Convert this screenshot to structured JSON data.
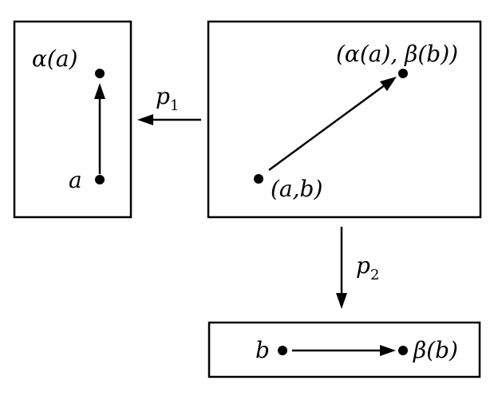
{
  "boxes": {
    "left": {
      "point_top_label": "α(a)",
      "point_bottom_label": "a"
    },
    "right": {
      "point_top_label": "(α(a), β(b))",
      "point_bottom_label": "(a,b)"
    },
    "bottom": {
      "point_left_label": "b",
      "point_right_label": "β(b)"
    }
  },
  "maps": {
    "p1": {
      "symbol": "p",
      "subscript": "1"
    },
    "p2": {
      "symbol": "p",
      "subscript": "2"
    }
  }
}
